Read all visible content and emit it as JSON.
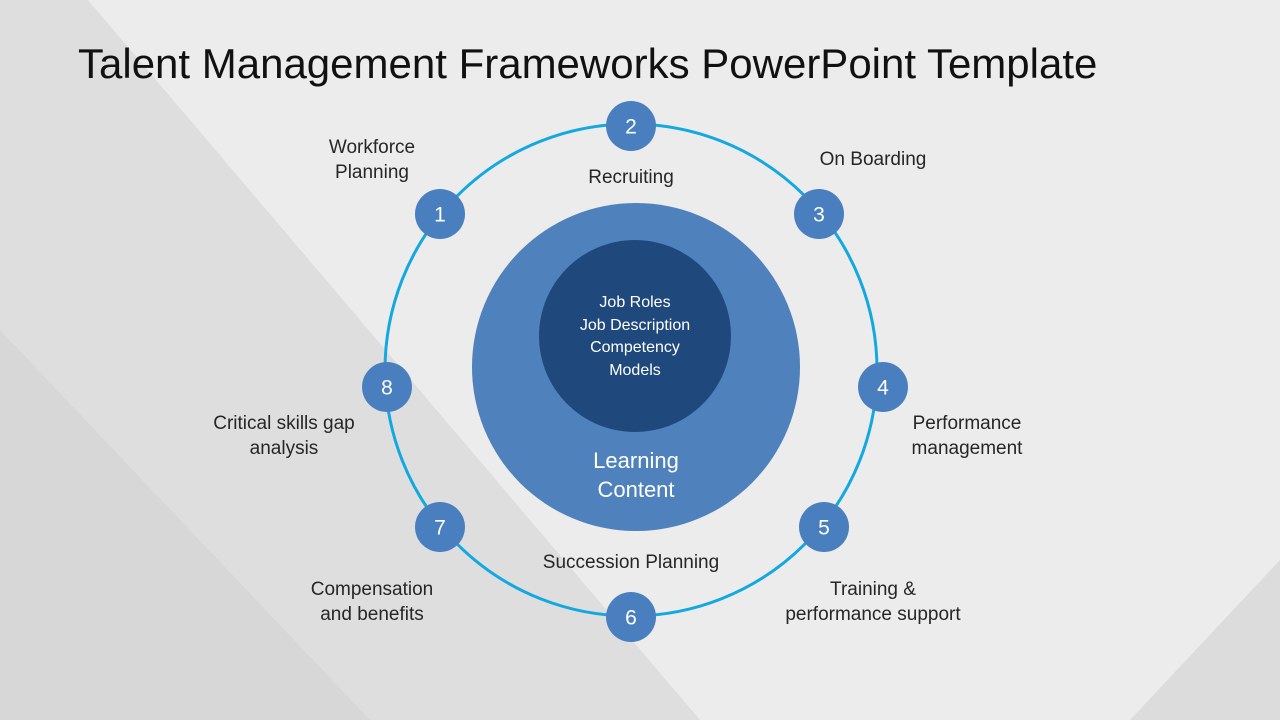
{
  "slide": {
    "title": "Talent Management Frameworks PowerPoint Template"
  },
  "core": {
    "inner_lines": [
      "Job Roles",
      "Job Description",
      "Competency",
      "Models"
    ],
    "outer_lines": [
      "Learning",
      "Content"
    ]
  },
  "steps": [
    {
      "number": "1",
      "label_lines": [
        "Workforce",
        "Planning"
      ]
    },
    {
      "number": "2",
      "label_lines": [
        "Recruiting"
      ]
    },
    {
      "number": "3",
      "label_lines": [
        "On Boarding"
      ]
    },
    {
      "number": "4",
      "label_lines": [
        "Performance",
        "management"
      ]
    },
    {
      "number": "5",
      "label_lines": [
        "Training &",
        "performance support"
      ]
    },
    {
      "number": "6",
      "label_lines": [
        "Succession Planning"
      ]
    },
    {
      "number": "7",
      "label_lines": [
        "Compensation",
        "and benefits"
      ]
    },
    {
      "number": "8",
      "label_lines": [
        "Critical skills gap",
        "analysis"
      ]
    }
  ],
  "colors": {
    "ring": "#13a9e0",
    "node_fill": "#4a7fbf",
    "core_outer": "#4f81bd",
    "core_inner": "#1f497d"
  }
}
